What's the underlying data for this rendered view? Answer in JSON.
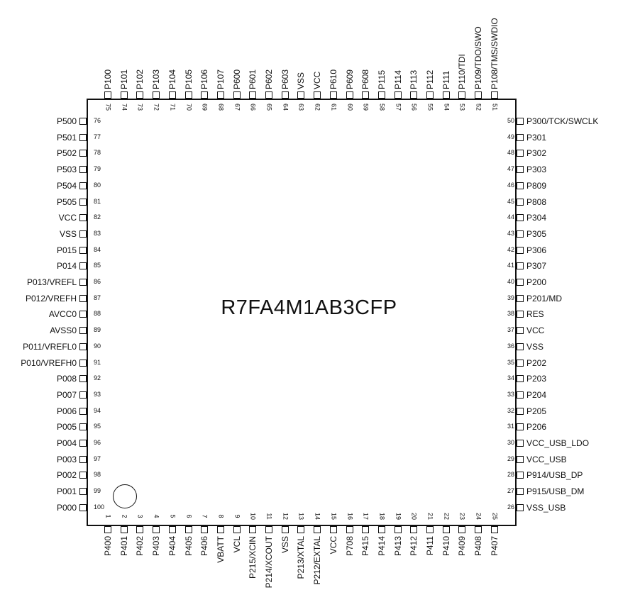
{
  "part_number": "R7FA4M1AB3CFP",
  "pin1_marker": "circle",
  "pins": {
    "bottom": [
      {
        "n": "1",
        "name": "P400"
      },
      {
        "n": "2",
        "name": "P401"
      },
      {
        "n": "3",
        "name": "P402"
      },
      {
        "n": "4",
        "name": "P403"
      },
      {
        "n": "5",
        "name": "P404"
      },
      {
        "n": "6",
        "name": "P405"
      },
      {
        "n": "7",
        "name": "P406"
      },
      {
        "n": "8",
        "name": "VBATT"
      },
      {
        "n": "9",
        "name": "VCL"
      },
      {
        "n": "10",
        "name": "P215/XCIN"
      },
      {
        "n": "11",
        "name": "P214/XCOUT"
      },
      {
        "n": "12",
        "name": "VSS"
      },
      {
        "n": "13",
        "name": "P213/XTAL"
      },
      {
        "n": "14",
        "name": "P212/EXTAL"
      },
      {
        "n": "15",
        "name": "VCC"
      },
      {
        "n": "16",
        "name": "P708"
      },
      {
        "n": "17",
        "name": "P415"
      },
      {
        "n": "18",
        "name": "P414"
      },
      {
        "n": "19",
        "name": "P413"
      },
      {
        "n": "20",
        "name": "P412"
      },
      {
        "n": "21",
        "name": "P411"
      },
      {
        "n": "22",
        "name": "P410"
      },
      {
        "n": "23",
        "name": "P409"
      },
      {
        "n": "24",
        "name": "P408"
      },
      {
        "n": "25",
        "name": "P407"
      }
    ],
    "right": [
      {
        "n": "26",
        "name": "VSS_USB"
      },
      {
        "n": "27",
        "name": "P915/USB_DM"
      },
      {
        "n": "28",
        "name": "P914/USB_DP"
      },
      {
        "n": "29",
        "name": "VCC_USB"
      },
      {
        "n": "30",
        "name": "VCC_USB_LDO"
      },
      {
        "n": "31",
        "name": "P206"
      },
      {
        "n": "32",
        "name": "P205"
      },
      {
        "n": "33",
        "name": "P204"
      },
      {
        "n": "34",
        "name": "P203"
      },
      {
        "n": "35",
        "name": "P202"
      },
      {
        "n": "36",
        "name": "VSS"
      },
      {
        "n": "37",
        "name": "VCC"
      },
      {
        "n": "38",
        "name": "RES"
      },
      {
        "n": "39",
        "name": "P201/MD"
      },
      {
        "n": "40",
        "name": "P200"
      },
      {
        "n": "41",
        "name": "P307"
      },
      {
        "n": "42",
        "name": "P306"
      },
      {
        "n": "43",
        "name": "P305"
      },
      {
        "n": "44",
        "name": "P304"
      },
      {
        "n": "45",
        "name": "P808"
      },
      {
        "n": "46",
        "name": "P809"
      },
      {
        "n": "47",
        "name": "P303"
      },
      {
        "n": "48",
        "name": "P302"
      },
      {
        "n": "49",
        "name": "P301"
      },
      {
        "n": "50",
        "name": "P300/TCK/SWCLK"
      }
    ],
    "top": [
      {
        "n": "51",
        "name": "P108/TMS/SWDIO"
      },
      {
        "n": "52",
        "name": "P109/TDO/SWO"
      },
      {
        "n": "53",
        "name": "P110/TDI"
      },
      {
        "n": "54",
        "name": "P111"
      },
      {
        "n": "55",
        "name": "P112"
      },
      {
        "n": "56",
        "name": "P113"
      },
      {
        "n": "57",
        "name": "P114"
      },
      {
        "n": "58",
        "name": "P115"
      },
      {
        "n": "59",
        "name": "P608"
      },
      {
        "n": "60",
        "name": "P609"
      },
      {
        "n": "61",
        "name": "P610"
      },
      {
        "n": "62",
        "name": "VCC"
      },
      {
        "n": "63",
        "name": "VSS"
      },
      {
        "n": "64",
        "name": "P603"
      },
      {
        "n": "65",
        "name": "P602"
      },
      {
        "n": "66",
        "name": "P601"
      },
      {
        "n": "67",
        "name": "P600"
      },
      {
        "n": "68",
        "name": "P107"
      },
      {
        "n": "69",
        "name": "P106"
      },
      {
        "n": "70",
        "name": "P105"
      },
      {
        "n": "71",
        "name": "P104"
      },
      {
        "n": "72",
        "name": "P103"
      },
      {
        "n": "73",
        "name": "P102"
      },
      {
        "n": "74",
        "name": "P101"
      },
      {
        "n": "75",
        "name": "P100"
      }
    ],
    "left": [
      {
        "n": "76",
        "name": "P500"
      },
      {
        "n": "77",
        "name": "P501"
      },
      {
        "n": "78",
        "name": "P502"
      },
      {
        "n": "79",
        "name": "P503"
      },
      {
        "n": "80",
        "name": "P504"
      },
      {
        "n": "81",
        "name": "P505"
      },
      {
        "n": "82",
        "name": "VCC"
      },
      {
        "n": "83",
        "name": "VSS"
      },
      {
        "n": "84",
        "name": "P015"
      },
      {
        "n": "85",
        "name": "P014"
      },
      {
        "n": "86",
        "name": "P013/VREFL"
      },
      {
        "n": "87",
        "name": "P012/VREFH"
      },
      {
        "n": "88",
        "name": "AVCC0"
      },
      {
        "n": "89",
        "name": "AVSS0"
      },
      {
        "n": "90",
        "name": "P011/VREFL0"
      },
      {
        "n": "91",
        "name": "P010/VREFH0"
      },
      {
        "n": "92",
        "name": "P008"
      },
      {
        "n": "93",
        "name": "P007"
      },
      {
        "n": "94",
        "name": "P006"
      },
      {
        "n": "95",
        "name": "P005"
      },
      {
        "n": "96",
        "name": "P004"
      },
      {
        "n": "97",
        "name": "P003"
      },
      {
        "n": "98",
        "name": "P002"
      },
      {
        "n": "99",
        "name": "P001"
      },
      {
        "n": "100",
        "name": "P000"
      }
    ]
  }
}
